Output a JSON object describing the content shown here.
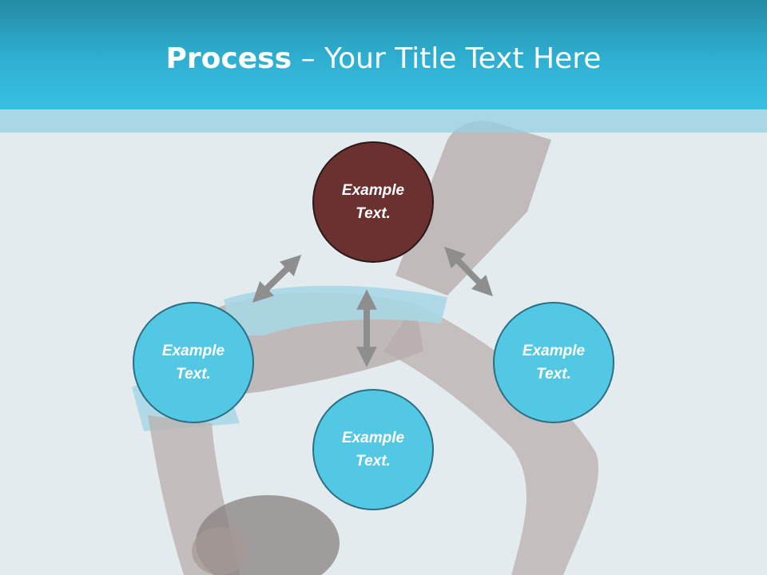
{
  "title": {
    "bold": "Process",
    "rest": " – Your Title Text Here"
  },
  "nodes": {
    "top": {
      "text": "Example\nText."
    },
    "left": {
      "text": "Example\nText."
    },
    "right": {
      "text": "Example\nText."
    },
    "bottom": {
      "text": "Example\nText."
    }
  },
  "colors": {
    "header": "#2fb0d2",
    "center_node": "#6b3131",
    "outer_nodes": "#52c8e4",
    "arrows": "#8e8e8e",
    "background": "#e4ebee"
  }
}
